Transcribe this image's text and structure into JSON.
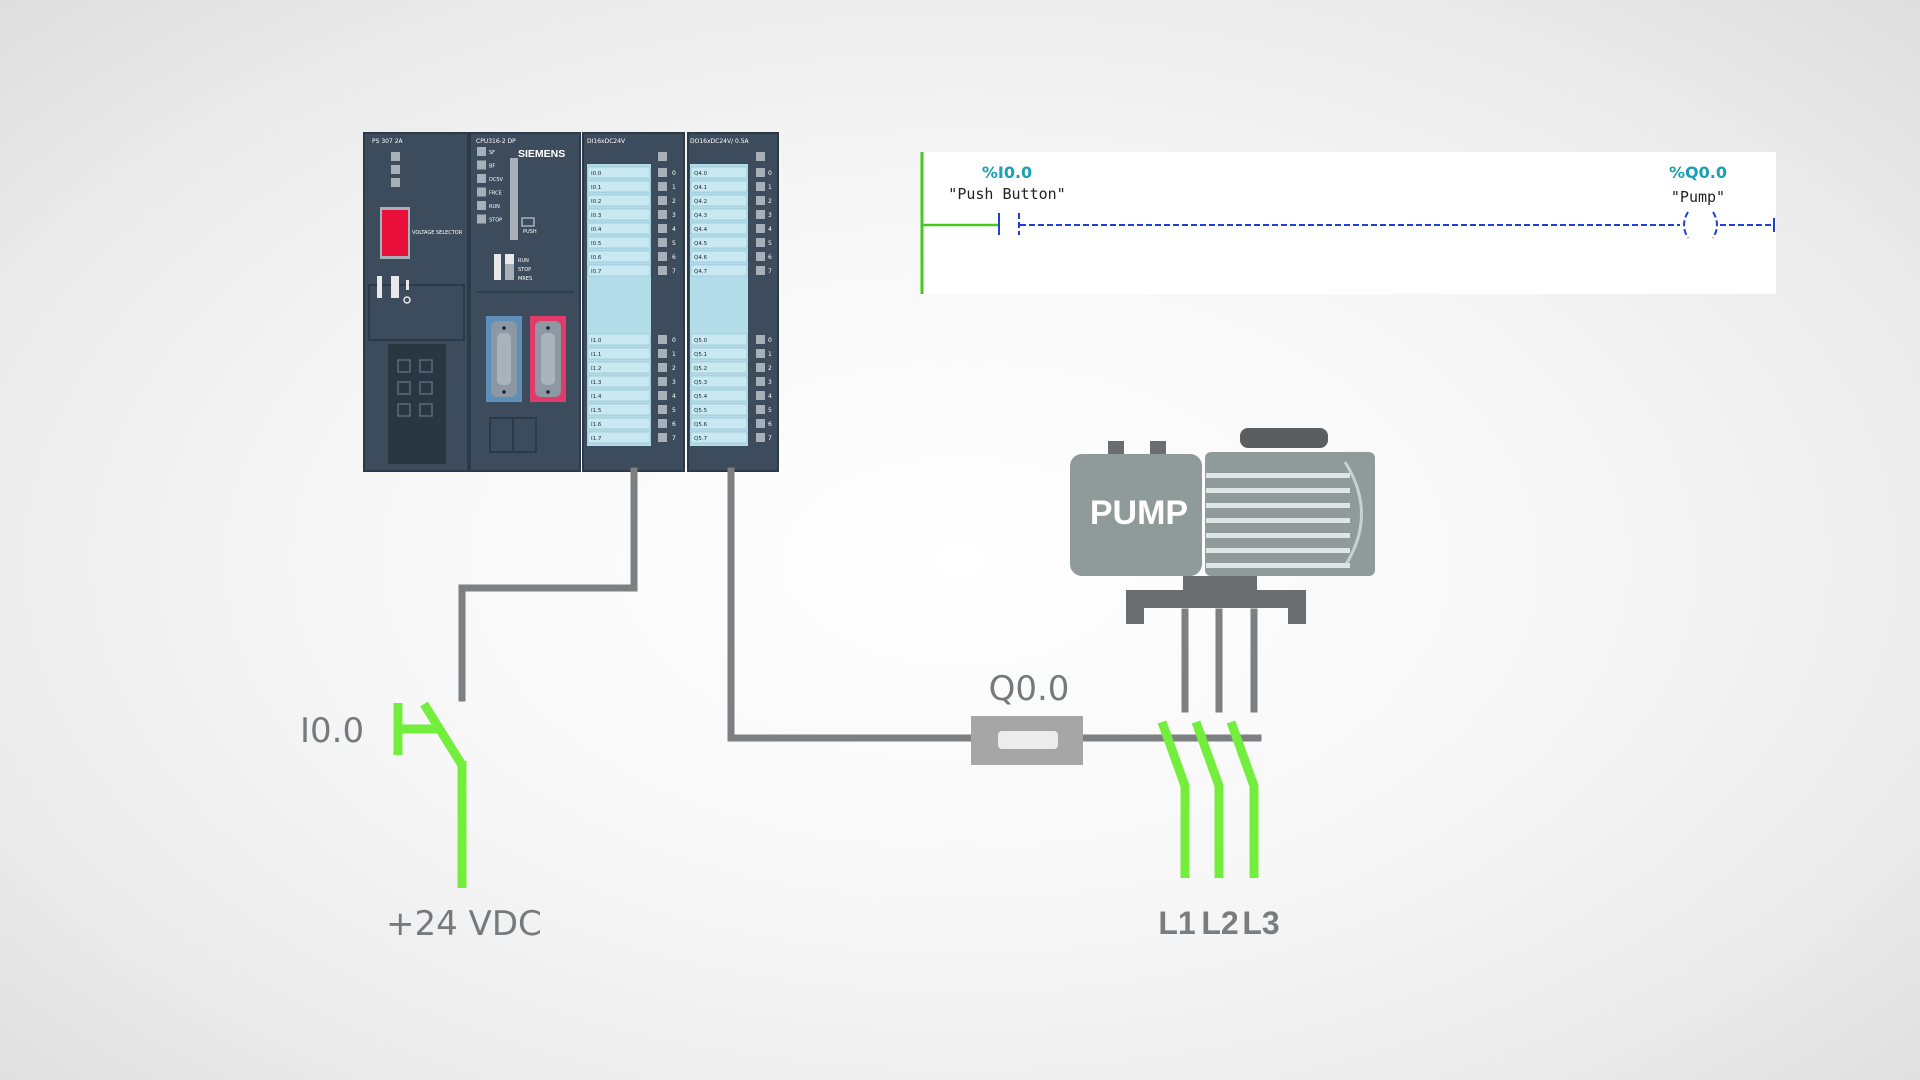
{
  "plc": {
    "ps_label": "PS 307 2A",
    "voltage_selector_label": "VOLTAGE SELECTOR",
    "cpu_label": "CPU316-2 DP",
    "brand": "SIEMENS",
    "cpu_leds": [
      "SF",
      "BF",
      "DC5V",
      "FRCE",
      "RUN",
      "STOP"
    ],
    "push_label": "PUSH",
    "mode_labels": [
      "RUN",
      "STOP",
      "MRES"
    ],
    "di_module_label": "DI16xDC24V",
    "do_module_label": "DO16xDC24V/ 0.5A",
    "di_channels_top": [
      "I0.0",
      "I0.1",
      "I0.2",
      "I0.3",
      "I0.4",
      "I0.5",
      "I0.6",
      "I0.7"
    ],
    "di_channels_bottom": [
      "I1.0",
      "I1.1",
      "I1.2",
      "I1.3",
      "I1.4",
      "I1.5",
      "I1.6",
      "I1.7"
    ],
    "do_channels_top": [
      "Q4.0",
      "Q4.1",
      "Q4.2",
      "Q4.3",
      "Q4.4",
      "Q4.5",
      "Q4.6",
      "Q4.7"
    ],
    "do_channels_bottom": [
      "Q5.0",
      "Q5.1",
      "Q5.2",
      "Q5.3",
      "Q5.4",
      "Q5.5",
      "Q5.6",
      "Q5.7"
    ],
    "bit_numbers": [
      "0",
      "1",
      "2",
      "3",
      "4",
      "5",
      "6",
      "7"
    ],
    "colors": {
      "module": "#3d4c5c",
      "screen": "#b2dce8",
      "selector": "#e8103a"
    }
  },
  "ladder": {
    "contact_address": "%I0.0",
    "contact_tag": "\"Push Button\"",
    "coil_address": "%Q0.0",
    "coil_tag": "\"Pump\"",
    "colors": {
      "rail": "#44c91d",
      "dashed": "#1f3fd8",
      "address": "#1a9fb3"
    }
  },
  "circuit": {
    "input_label": "I0.0",
    "supply_label": "+24 VDC",
    "output_label": "Q0.0",
    "pump_label": "PUMP",
    "phases": [
      "L1",
      "L2",
      "L3"
    ],
    "colors": {
      "wire": "#7d7f80",
      "live": "#73ee3c",
      "pump_body": "#8f9a9b"
    }
  }
}
